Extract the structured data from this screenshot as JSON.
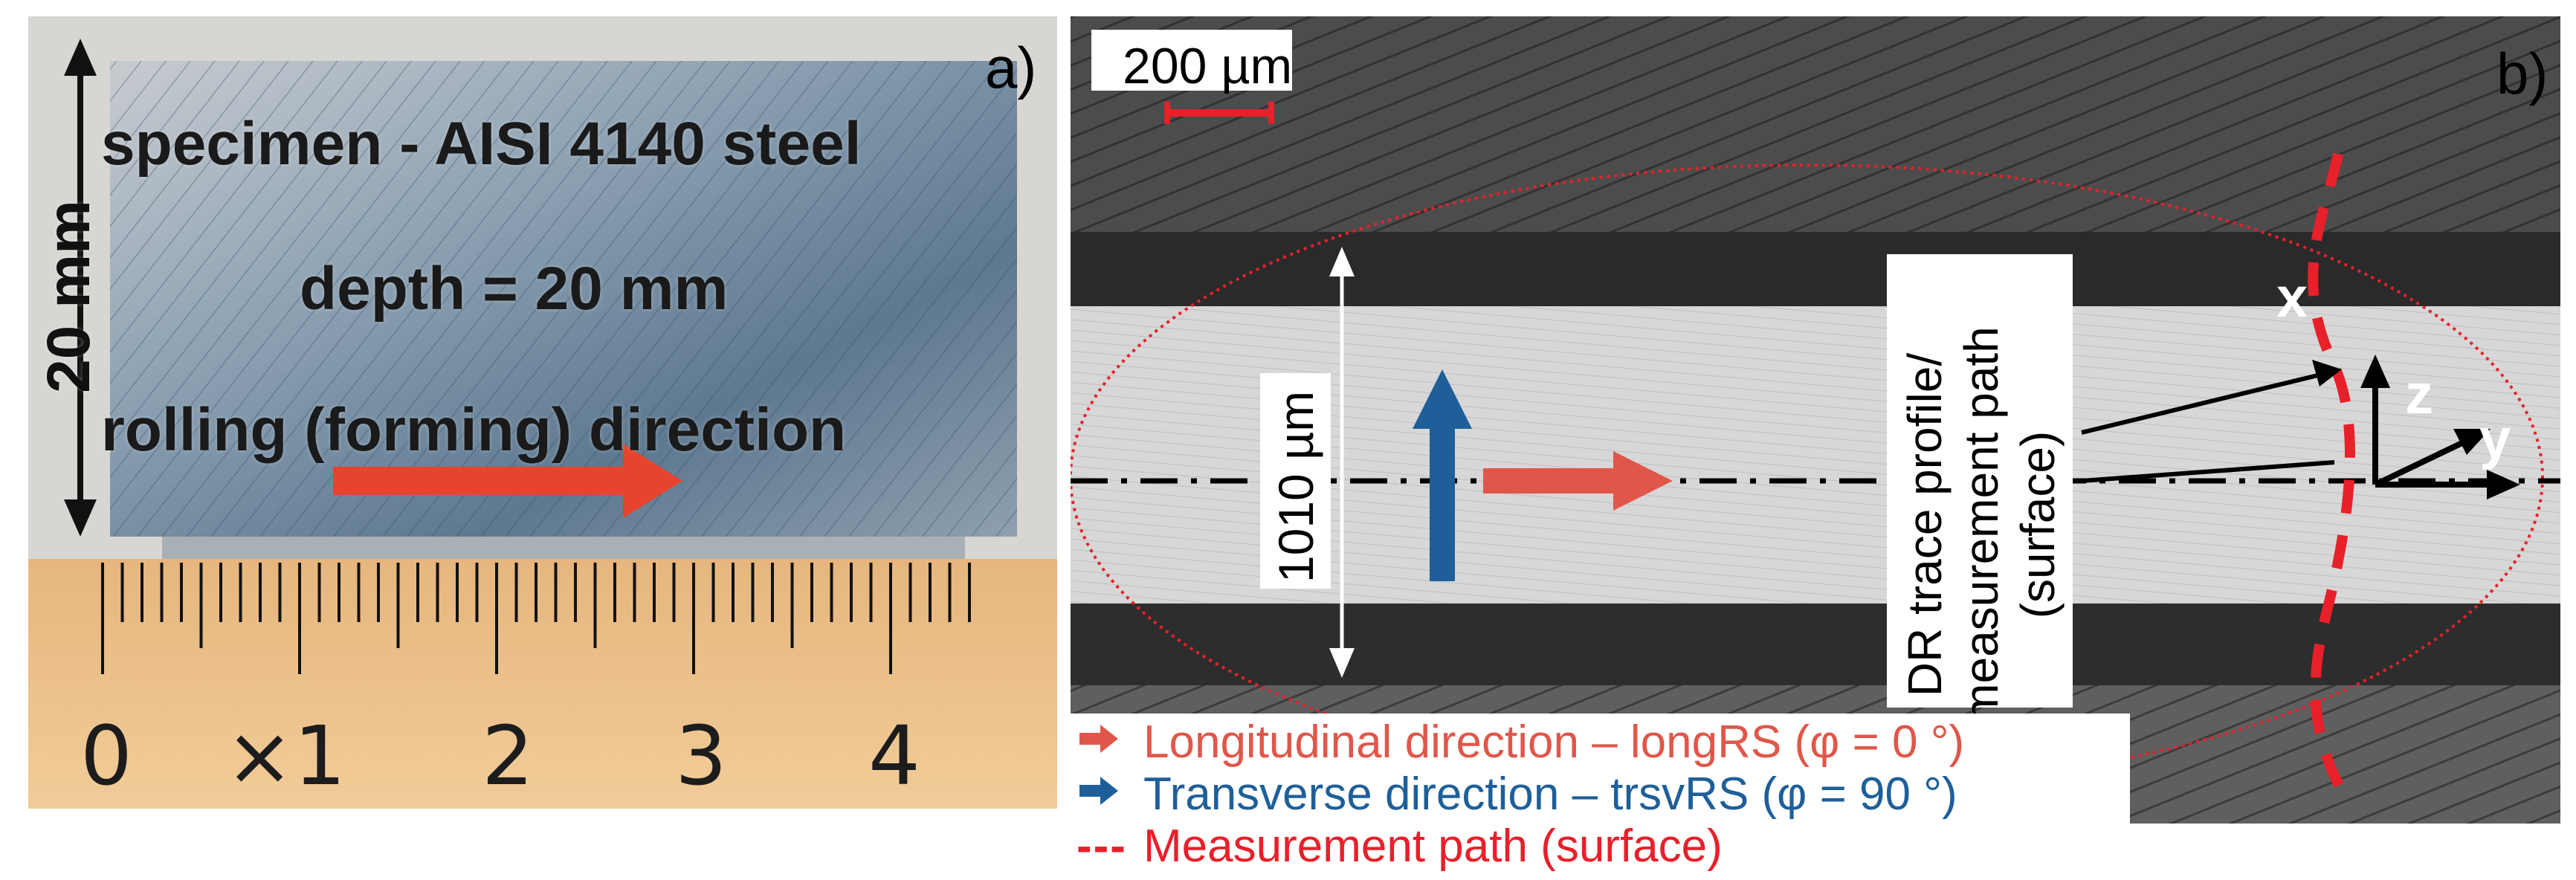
{
  "panel_a": {
    "letter": "a)",
    "height_label": "20 mm",
    "title": "specimen - AISI 4140 steel",
    "depth": "depth = 20 mm",
    "direction": "rolling (forming) direction",
    "ruler": [
      "0",
      "×1",
      "2",
      "3",
      "4"
    ]
  },
  "panel_b": {
    "letter": "b)",
    "scale_bar": "200 µm",
    "width_label": "1010 µm",
    "trace_label": [
      "DR trace profile/",
      "measurement path",
      "(surface)"
    ],
    "axis_x": "x",
    "axis_y": "y",
    "axis_z": "z"
  },
  "legend": {
    "longitudinal": "Longitudinal direction – longRS (φ = 0 °)",
    "transverse": "Transverse direction – trsvRS (φ = 90 °)",
    "measurement": "Measurement path (surface)",
    "measurement_symbol": "---"
  },
  "colors": {
    "red": "#e8432f",
    "salmon": "#e0574a",
    "blue": "#1e5f9a",
    "dashed_red": "#e8202a"
  }
}
